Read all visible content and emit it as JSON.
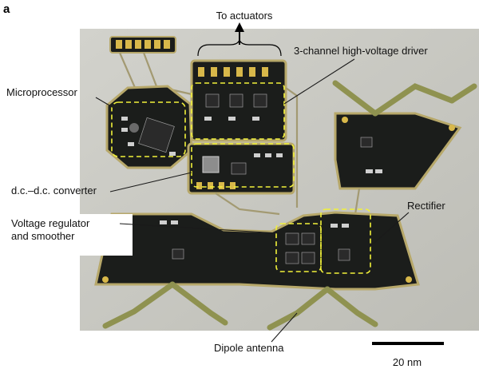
{
  "figure": {
    "panel_label": "a",
    "labels": {
      "actuators": "To actuators",
      "driver": "3-channel high-voltage driver",
      "microprocessor": "Microprocessor",
      "converter": "d.c.–d.c. converter",
      "regulator_line1": "Voltage regulator",
      "regulator_line2": "and smoother",
      "rectifier": "Rectifier",
      "antenna": "Dipole antenna"
    },
    "scale_bar": {
      "label": "20 nm"
    },
    "colors": {
      "background": "#c8c8c2",
      "board": "#1b1d1b",
      "highlight": "#f2f23a"
    }
  }
}
